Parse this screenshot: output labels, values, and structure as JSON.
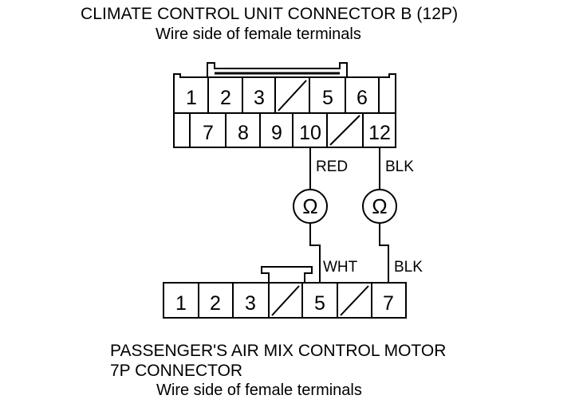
{
  "top_connector": {
    "title": "CLIMATE CONTROL UNIT CONNECTOR B (12P)",
    "subtitle": "Wire side of female terminals",
    "row1": [
      "1",
      "2",
      "3",
      "",
      "5",
      "6"
    ],
    "row2": [
      "7",
      "8",
      "9",
      "10",
      "",
      "12"
    ]
  },
  "wires": {
    "top_left": "RED",
    "top_right": "BLK",
    "bottom_left": "WHT",
    "bottom_right": "BLK"
  },
  "meters": {
    "left_symbol": "Ω",
    "right_symbol": "Ω"
  },
  "bottom_connector": {
    "title_line1": "PASSENGER'S AIR MIX CONTROL MOTOR",
    "title_line2": "7P CONNECTOR",
    "subtitle": "Wire side of female terminals",
    "pins": [
      "1",
      "2",
      "3",
      "",
      "5",
      "",
      "7"
    ]
  }
}
